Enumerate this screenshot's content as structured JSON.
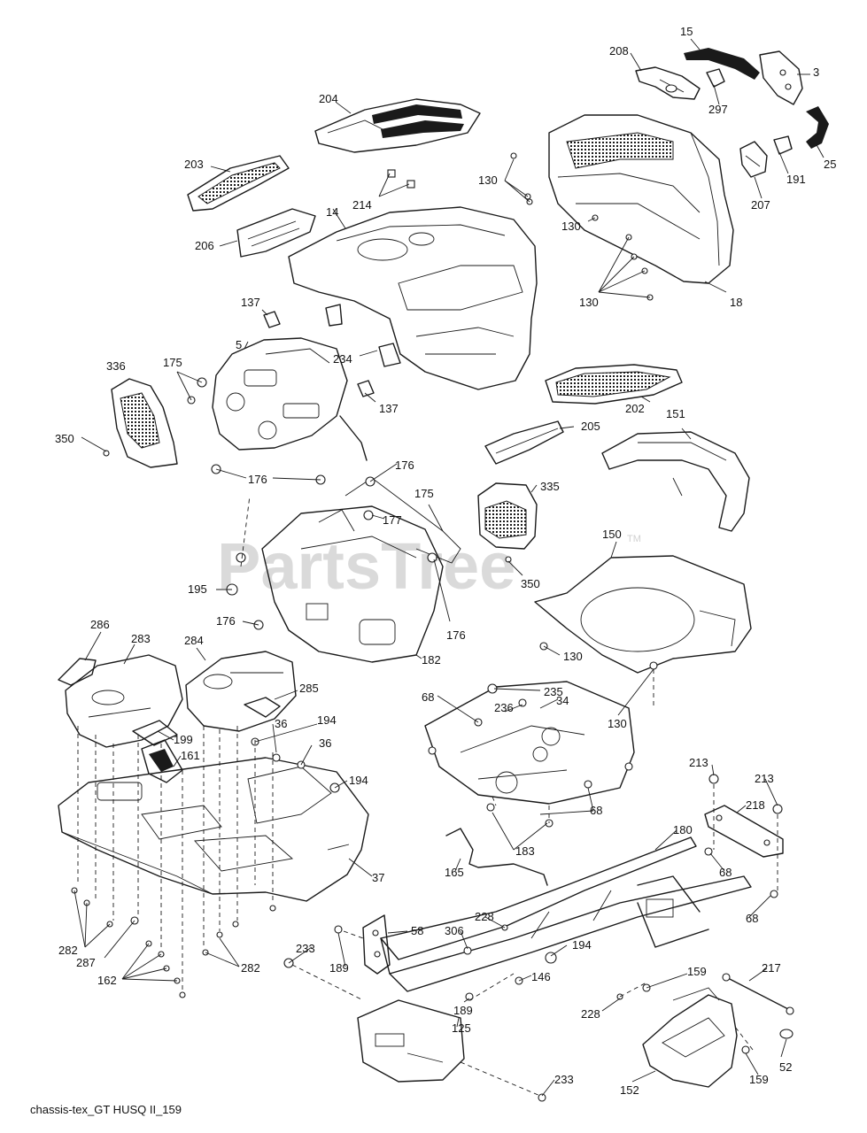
{
  "watermark": {
    "text": "PartsTree",
    "trademark": "TM"
  },
  "caption": "chassis-tex_GT HUSQ II_159",
  "callouts": [
    {
      "id": "c15",
      "number": "15"
    },
    {
      "id": "c208",
      "number": "208"
    },
    {
      "id": "c3",
      "number": "3"
    },
    {
      "id": "c297",
      "number": "297"
    },
    {
      "id": "c204",
      "number": "204"
    },
    {
      "id": "c25",
      "number": "25"
    },
    {
      "id": "c203",
      "number": "203"
    },
    {
      "id": "c130a",
      "number": "130"
    },
    {
      "id": "c191",
      "number": "191"
    },
    {
      "id": "c207",
      "number": "207"
    },
    {
      "id": "c214",
      "number": "214"
    },
    {
      "id": "c14",
      "number": "14"
    },
    {
      "id": "c130b",
      "number": "130"
    },
    {
      "id": "c206",
      "number": "206"
    },
    {
      "id": "c130c",
      "number": "130"
    },
    {
      "id": "c18",
      "number": "18"
    },
    {
      "id": "c137a",
      "number": "137"
    },
    {
      "id": "c5",
      "number": "5"
    },
    {
      "id": "c234",
      "number": "234"
    },
    {
      "id": "c336",
      "number": "336"
    },
    {
      "id": "c175a",
      "number": "175"
    },
    {
      "id": "c137b",
      "number": "137"
    },
    {
      "id": "c202",
      "number": "202"
    },
    {
      "id": "c151",
      "number": "151"
    },
    {
      "id": "c350a",
      "number": "350"
    },
    {
      "id": "c205",
      "number": "205"
    },
    {
      "id": "c176a",
      "number": "176"
    },
    {
      "id": "c176b",
      "number": "176"
    },
    {
      "id": "c335",
      "number": "335"
    },
    {
      "id": "c175b",
      "number": "175"
    },
    {
      "id": "c177",
      "number": "177"
    },
    {
      "id": "c150",
      "number": "150"
    },
    {
      "id": "c350b",
      "number": "350"
    },
    {
      "id": "c195",
      "number": "195"
    },
    {
      "id": "c176c",
      "number": "176"
    },
    {
      "id": "c176d",
      "number": "176"
    },
    {
      "id": "c130d",
      "number": "130"
    },
    {
      "id": "c182",
      "number": "182"
    },
    {
      "id": "c286",
      "number": "286"
    },
    {
      "id": "c283",
      "number": "283"
    },
    {
      "id": "c284",
      "number": "284"
    },
    {
      "id": "c235",
      "number": "235"
    },
    {
      "id": "c68a",
      "number": "68"
    },
    {
      "id": "c236",
      "number": "236"
    },
    {
      "id": "c34",
      "number": "34"
    },
    {
      "id": "c285",
      "number": "285"
    },
    {
      "id": "c130e",
      "number": "130"
    },
    {
      "id": "c194a",
      "number": "194"
    },
    {
      "id": "c199",
      "number": "199"
    },
    {
      "id": "c36a",
      "number": "36"
    },
    {
      "id": "c36b",
      "number": "36"
    },
    {
      "id": "c161",
      "number": "161"
    },
    {
      "id": "c194b",
      "number": "194"
    },
    {
      "id": "c213a",
      "number": "213"
    },
    {
      "id": "c213b",
      "number": "213"
    },
    {
      "id": "c218",
      "number": "218"
    },
    {
      "id": "c68b",
      "number": "68"
    },
    {
      "id": "c180",
      "number": "180"
    },
    {
      "id": "c183",
      "number": "183"
    },
    {
      "id": "c165",
      "number": "165"
    },
    {
      "id": "c68c",
      "number": "68"
    },
    {
      "id": "c37",
      "number": "37"
    },
    {
      "id": "c68d",
      "number": "68"
    },
    {
      "id": "c228a",
      "number": "228"
    },
    {
      "id": "c58",
      "number": "58"
    },
    {
      "id": "c306",
      "number": "306"
    },
    {
      "id": "c282a",
      "number": "282"
    },
    {
      "id": "c287",
      "number": "287"
    },
    {
      "id": "c233a",
      "number": "233"
    },
    {
      "id": "c189a",
      "number": "189"
    },
    {
      "id": "c194c",
      "number": "194"
    },
    {
      "id": "c146",
      "number": "146"
    },
    {
      "id": "c282b",
      "number": "282"
    },
    {
      "id": "c162",
      "number": "162"
    },
    {
      "id": "c217",
      "number": "217"
    },
    {
      "id": "c159a",
      "number": "159"
    },
    {
      "id": "c189b",
      "number": "189"
    },
    {
      "id": "c228b",
      "number": "228"
    },
    {
      "id": "c125",
      "number": "125"
    },
    {
      "id": "c52",
      "number": "52"
    },
    {
      "id": "c159b",
      "number": "159"
    },
    {
      "id": "c233b",
      "number": "233"
    },
    {
      "id": "c152",
      "number": "152"
    }
  ]
}
